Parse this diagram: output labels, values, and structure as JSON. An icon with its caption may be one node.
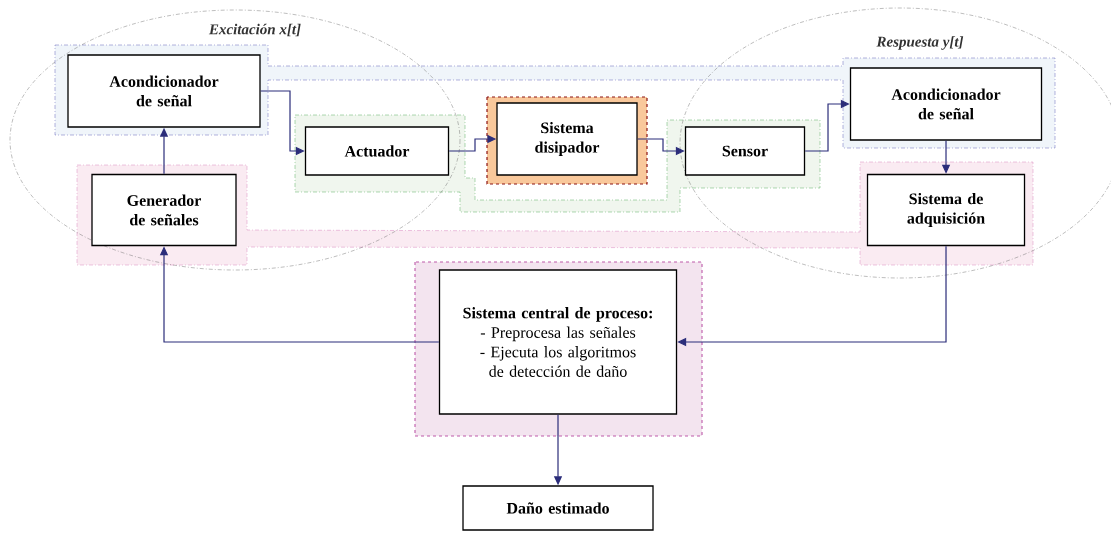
{
  "diagram": {
    "nodes": [
      {
        "text": [
          "Acondicionador de señal"
        ]
      },
      {
        "text": [
          "Generador de señales"
        ]
      },
      {
        "text": [
          "Actuador"
        ]
      },
      {
        "text": [
          "Sistema disipador"
        ]
      },
      {
        "text": [
          "Sensor"
        ]
      },
      {
        "text": [
          "Acondicionador de señal"
        ]
      },
      {
        "text": [
          "Sistema de adquisición"
        ]
      },
      {
        "text": [
          "Sistema central de proceso:",
          "- Preprocesa las señales",
          "- Ejecuta los algoritmos de detección de daño"
        ]
      },
      {
        "text": [
          "Daño estimado"
        ]
      }
    ],
    "edges": [
      {
        "from": 1,
        "to": 0,
        "arrow": "to"
      },
      {
        "from": 0,
        "to": 2,
        "arrow": "to"
      },
      {
        "from": 2,
        "to": 3,
        "arrow": "to"
      },
      {
        "from": 3,
        "to": 4,
        "arrow": "to"
      },
      {
        "from": 4,
        "to": 5,
        "arrow": "to"
      },
      {
        "from": 5,
        "to": 6,
        "arrow": "to"
      },
      {
        "from": 6,
        "to": 7,
        "arrow": "to"
      },
      {
        "from": 7,
        "to": 1,
        "arrow": "to"
      },
      {
        "from": 7,
        "to": 8,
        "arrow": "to"
      }
    ],
    "labels": [
      "Excitación x[t]",
      "Respuesta y[t]"
    ]
  }
}
